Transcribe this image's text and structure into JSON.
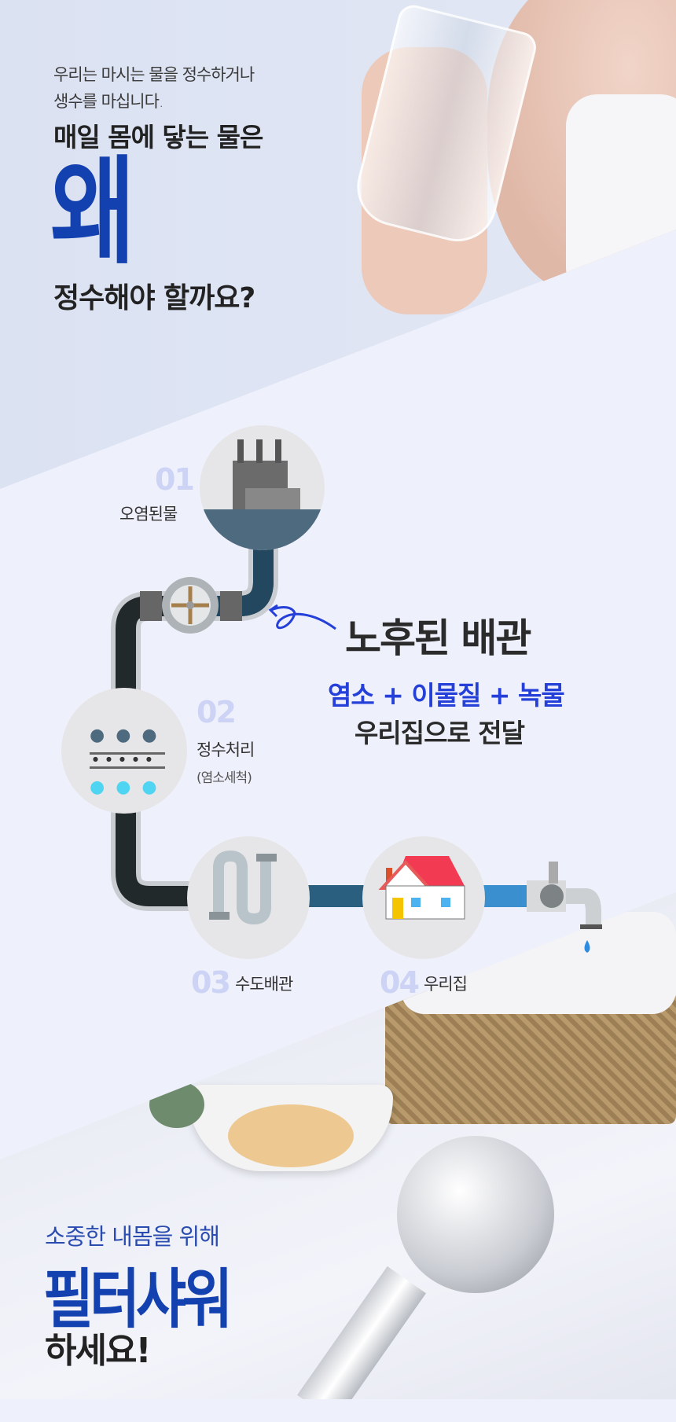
{
  "intro": {
    "line1": "우리는 마시는 물을 정수하거나",
    "line2": "생수를 마십니다.",
    "headline": "매일 몸에 닿는 물은",
    "big_word": "왜",
    "question": "정수해야 할까요?"
  },
  "steps": [
    {
      "num": "01",
      "label": "오염된물"
    },
    {
      "num": "02",
      "label": "정수처리",
      "sub": "(염소세척)"
    },
    {
      "num": "03",
      "label": "수도배관"
    },
    {
      "num": "04",
      "label": "우리집"
    }
  ],
  "callout": {
    "title": "노후된 배관",
    "highlight": "염소 + 이물질 + 녹물",
    "desc": "우리집으로 전달"
  },
  "outro": {
    "line1": "소중한 내몸을 위해",
    "big": "필터샤워",
    "line3": "하세요!"
  },
  "colors": {
    "accent": "#1441b0",
    "highlight": "#2440d8",
    "pipe_dark": "#22292a",
    "pipe_blue": "#2a5f80",
    "pipe_light": "#3a8fcf"
  }
}
